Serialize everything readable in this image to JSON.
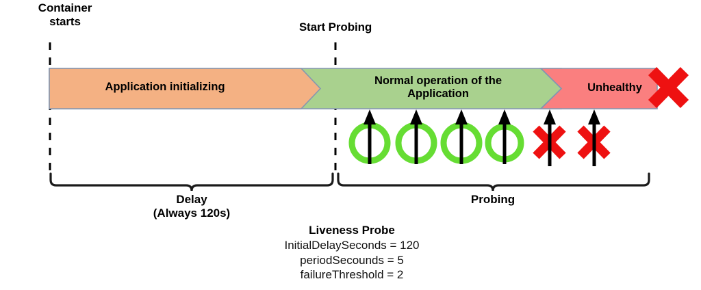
{
  "diagram": {
    "title_markers": [
      {
        "name": "container-starts",
        "text": "Container\nstarts"
      },
      {
        "name": "start-probing",
        "text": "Start Probing"
      }
    ],
    "timeline_segments": [
      {
        "name": "application-initializing",
        "label": "Application initializing",
        "color": "#F4B183"
      },
      {
        "name": "normal-operation",
        "label": "Normal operation of the\nApplication",
        "color": "#A9D18E"
      },
      {
        "name": "unhealthy",
        "label": "Unhealthy",
        "color": "#FA7F7F"
      }
    ],
    "braces": [
      {
        "name": "delay-brace",
        "label": "Delay\n(Always 120s)"
      },
      {
        "name": "probing-brace",
        "label": "Probing"
      }
    ],
    "probe_markers": [
      {
        "name": "probe-success-1",
        "result": "success"
      },
      {
        "name": "probe-success-2",
        "result": "success"
      },
      {
        "name": "probe-success-3",
        "result": "success"
      },
      {
        "name": "probe-success-4",
        "result": "success"
      },
      {
        "name": "probe-failure-1",
        "result": "failure"
      },
      {
        "name": "probe-failure-2",
        "result": "failure"
      }
    ],
    "failure_mark": {
      "name": "container-failed-x",
      "symbol": "X"
    },
    "probe_config": {
      "title": "Liveness Probe",
      "lines": [
        "InitialDelaySeconds = 120",
        "periodSecounds = 5",
        "failureThreshold = 2"
      ]
    },
    "colors": {
      "orange": "#F4B183",
      "green": "#A9D18E",
      "red": "#FA7F7F",
      "bar_stroke": "#8496B0",
      "ok_ring": "#66DD33",
      "fail_x": "#EE1111",
      "arrow": "#000000"
    }
  }
}
